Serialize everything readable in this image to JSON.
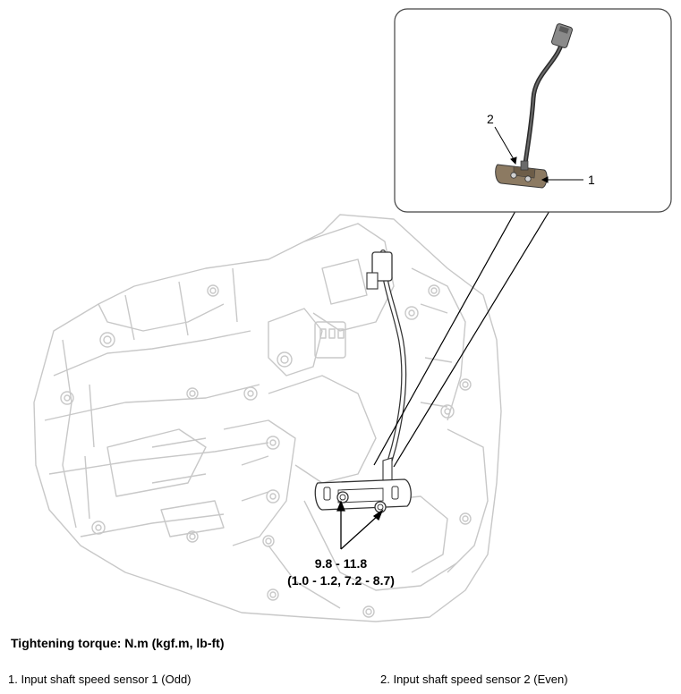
{
  "diagram": {
    "callouts": [
      {
        "number": "1"
      },
      {
        "number": "2"
      }
    ],
    "torque_value": "9.8 - 11.8",
    "torque_conversion": "(1.0 - 1.2, 7.2 - 8.7)"
  },
  "torque_heading": "Tightening torque: N.m (kgf.m, lb-ft)",
  "legend": [
    {
      "text": "1. Input shaft speed sensor 1 (Odd)"
    },
    {
      "text": "2. Input shaft speed sensor 2 (Even)"
    }
  ]
}
